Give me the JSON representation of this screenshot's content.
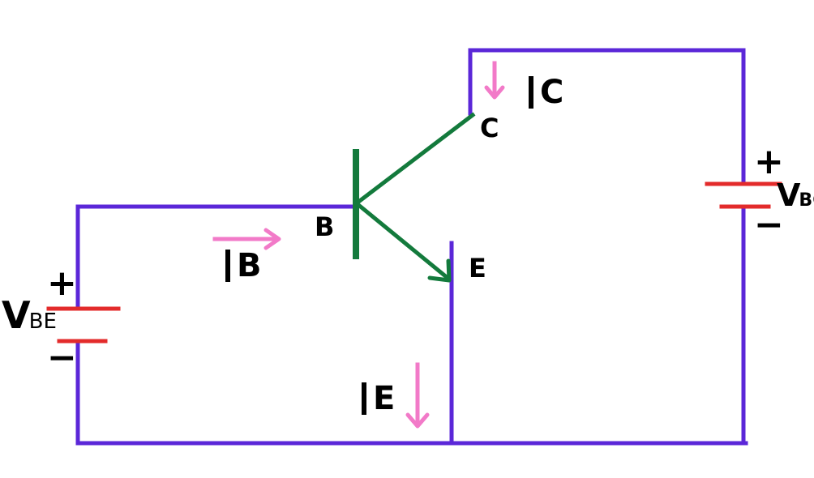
{
  "colors": {
    "wire": "#5b27d8",
    "battery": "#e32b2b",
    "transistor": "#137a3c",
    "current_arrow": "#f27ac8",
    "text": "#000000"
  },
  "labels": {
    "base_node": "B",
    "collector_node": "C",
    "emitter_node": "E",
    "base_current": "B",
    "collector_current": "C",
    "emitter_current": "E",
    "vbe_main": "V",
    "vbe_sub": "BE",
    "vbc_main": "V",
    "vbc_sub": "BC",
    "plus": "+",
    "minus": "−"
  }
}
